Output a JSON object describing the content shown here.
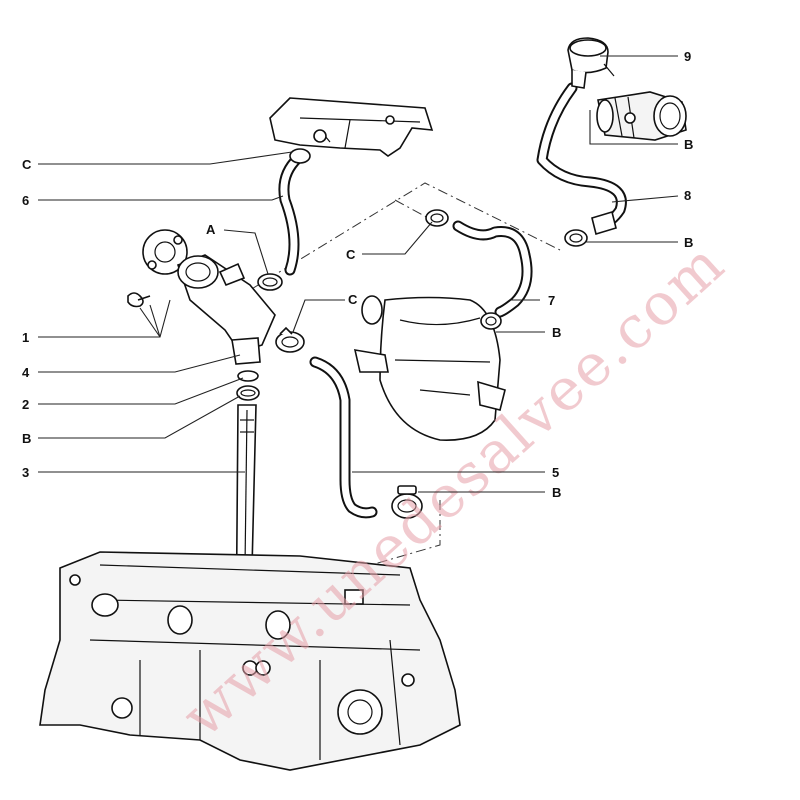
{
  "labels": {
    "c_top": "C",
    "n6": "6",
    "a": "A",
    "n1": "1",
    "n4": "4",
    "n2": "2",
    "b_left": "B",
    "n3": "3",
    "n9": "9",
    "b_r1": "B",
    "n8": "8",
    "b_r2": "B",
    "c_mid": "C",
    "n7": "7",
    "c_lower": "C",
    "b_r3": "B",
    "n5": "5",
    "b_r4": "B"
  },
  "watermark": "www.unedesalvee.com",
  "colors": {
    "watermark": "#e7a0a8",
    "ink": "#111111"
  }
}
